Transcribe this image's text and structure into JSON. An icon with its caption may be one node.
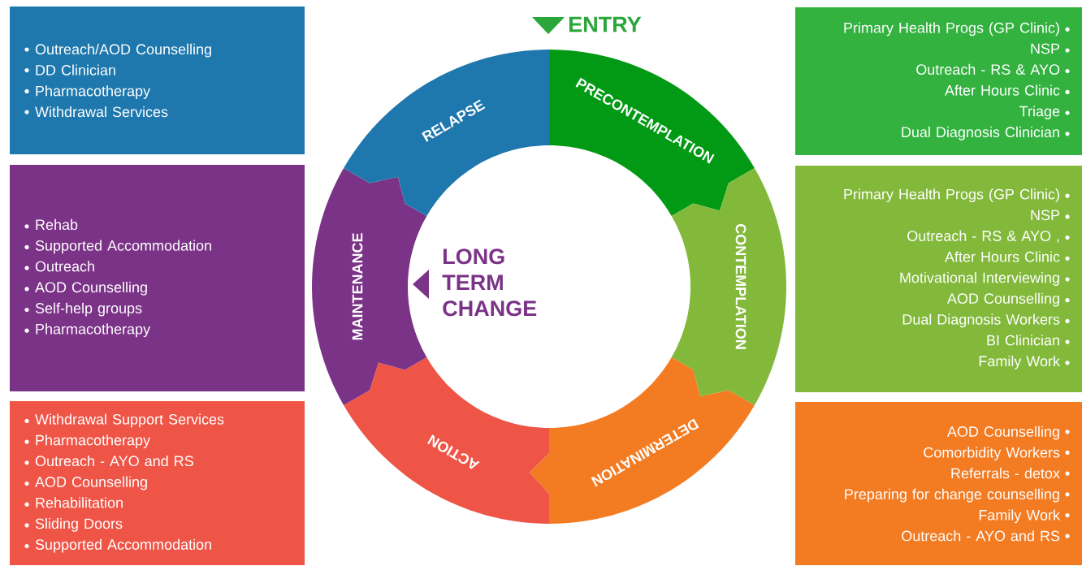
{
  "diagram": {
    "nodes": [
      {
        "text": [
          "PRECONTEMPLATION"
        ]
      },
      {
        "text": [
          "CONTEMPLATION"
        ]
      },
      {
        "text": [
          "DETERMINATION"
        ]
      },
      {
        "text": [
          "ACTION"
        ]
      },
      {
        "text": [
          "MAINTENANCE"
        ]
      },
      {
        "text": [
          "RELAPSE"
        ]
      },
      {
        "text": [
          "Primary Health Progs (GP Clinic)",
          "NSP",
          "Outreach - RS & AYO",
          "After Hours Clinic",
          "Triage",
          "Dual Diagnosis Clinician"
        ]
      },
      {
        "text": [
          "Primary Health Progs (GP Clinic)",
          "NSP",
          "Outreach - RS & AYO ,",
          "After Hours Clinic",
          "Motivational Interviewing",
          "AOD Counselling",
          "Dual Diagnosis Workers",
          "BI Clinician",
          "Family Work"
        ]
      },
      {
        "text": [
          "AOD Counselling",
          "Comorbidity Workers",
          "Referrals - detox",
          "Preparing for change counselling",
          "Family Work",
          "Outreach - AYO and RS"
        ]
      },
      {
        "text": [
          "Outreach/AOD Counselling",
          "DD Clinician",
          "Pharmacotherapy",
          "Withdrawal Services"
        ]
      },
      {
        "text": [
          "Rehab",
          "Supported Accommodation",
          "Outreach",
          "AOD Counselling",
          "Self-help groups",
          "Pharmacotherapy"
        ]
      },
      {
        "text": [
          "Withdrawal Support Services",
          "Pharmacotherapy",
          "Outreach - AYO and RS",
          "AOD Counselling",
          "Rehabilitation",
          "Sliding Doors",
          "Supported Accommodation"
        ]
      }
    ],
    "labels": [
      "ENTRY",
      "LONG TERM CHANGE"
    ]
  }
}
